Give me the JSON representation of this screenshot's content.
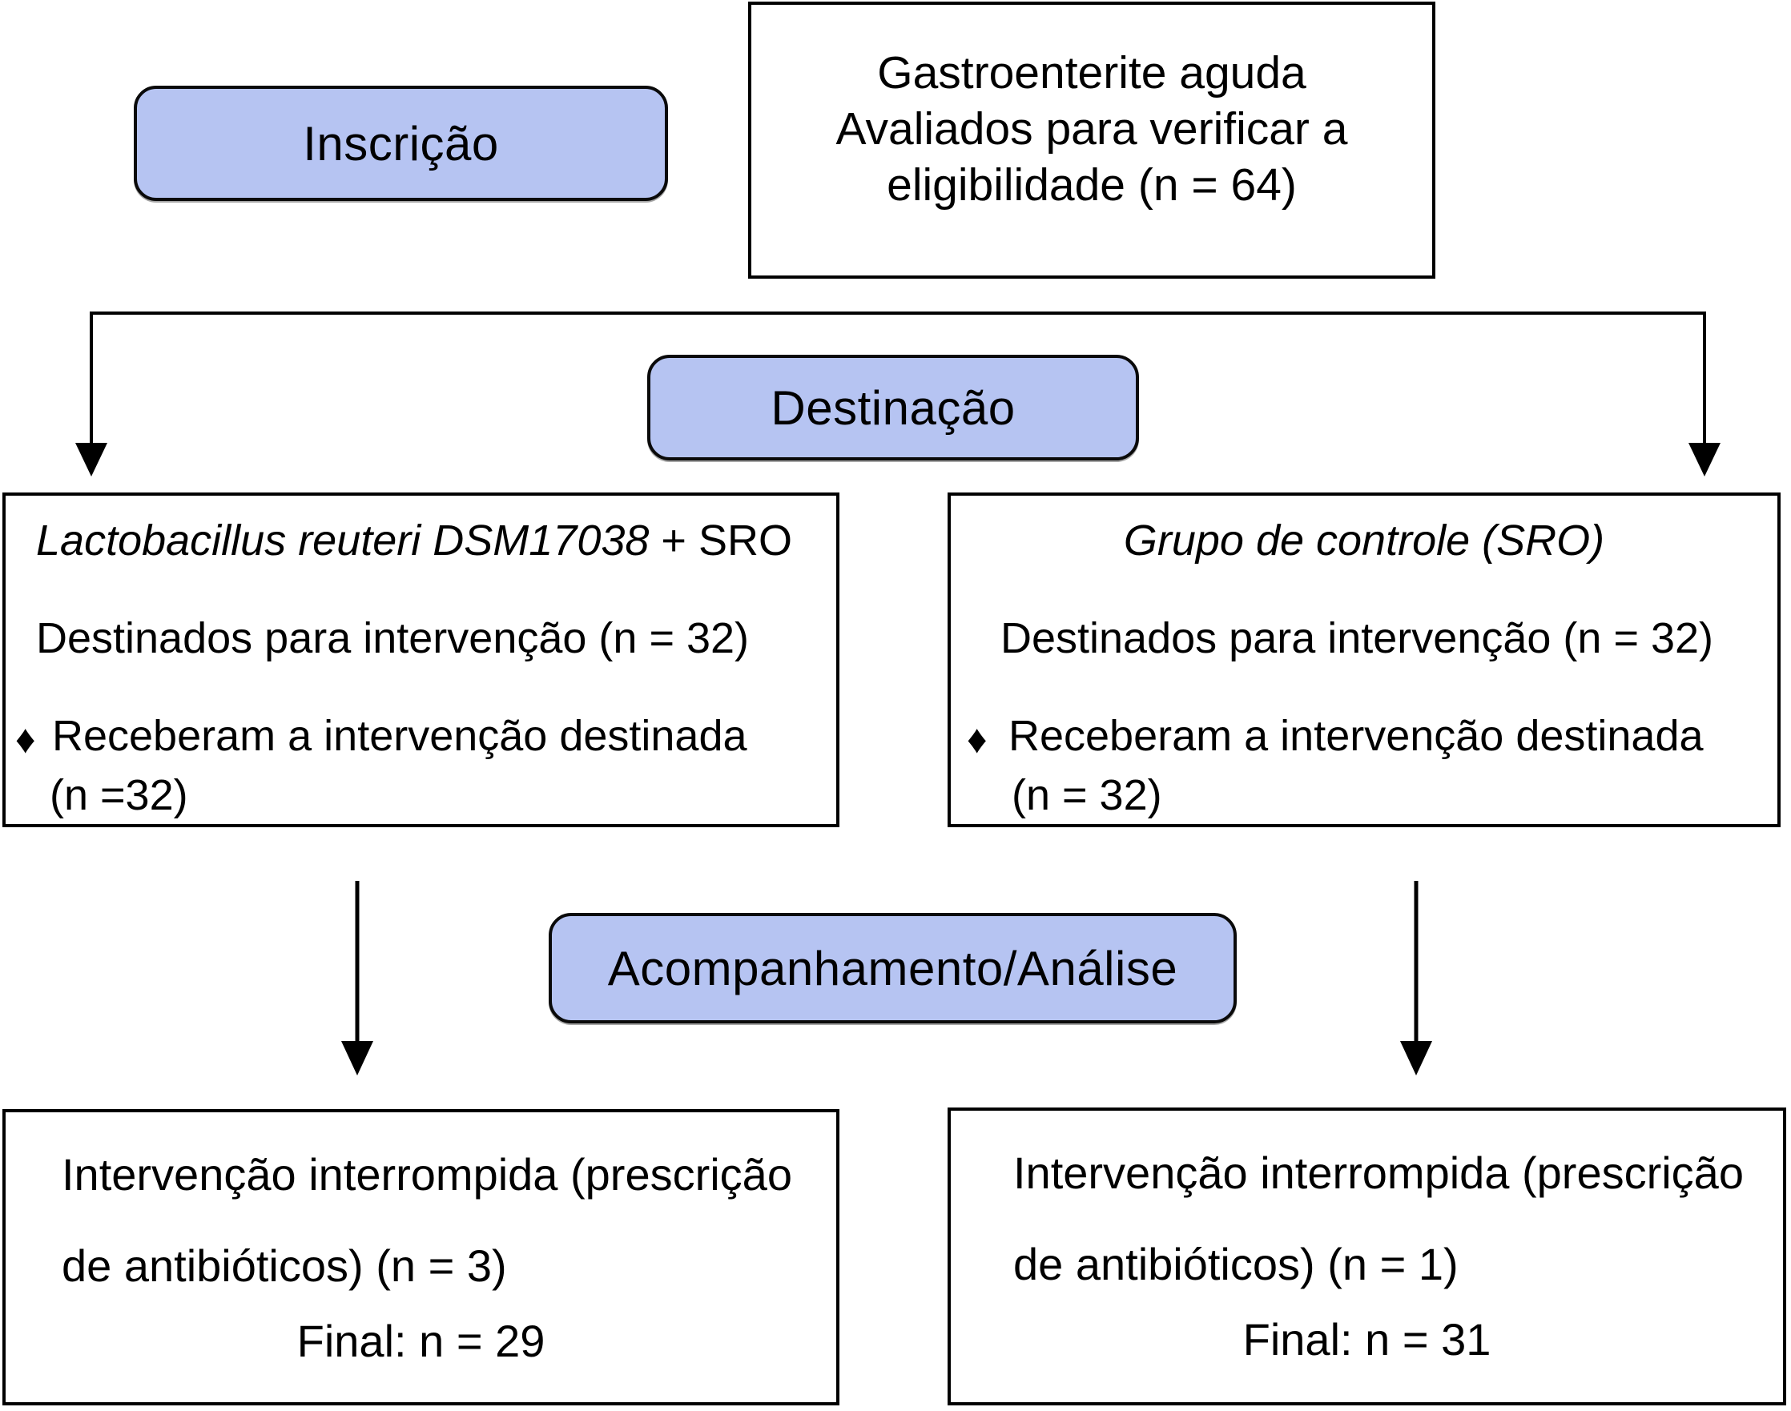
{
  "colors": {
    "pill_fill": "#b6c4f2",
    "border": "#000000",
    "background": "#ffffff"
  },
  "stages": {
    "enrollment_label": "Inscrição",
    "allocation_label": "Destinação",
    "followup_label": "Acompanhamento/Análise"
  },
  "eligibility_box": {
    "line1": "Gastroenterite aguda",
    "line2": "Avaliados para verificar a",
    "line3": "eligibilidade (n = 64)"
  },
  "left_group_box": {
    "title_italic": "Lactobacillus reuteri DSM17038",
    "title_suffix": " + SRO",
    "allocated_line": "Destinados para intervenção (n = 32)",
    "bullet": "♦",
    "received_line": "Receberam a intervenção destinada",
    "received_n": "(n =32)"
  },
  "right_group_box": {
    "title_italic": "Grupo de controle (SRO)",
    "allocated_line": "Destinados para intervenção (n = 32)",
    "bullet": "♦",
    "received_line": "Receberam a intervenção destinada",
    "received_n": "(n = 32)"
  },
  "left_outcome_box": {
    "line1": "Intervenção interrompida (prescrição",
    "line2": "de antibióticos) (n = 3)",
    "final_line": "Final: n = 29"
  },
  "right_outcome_box": {
    "line1": "Intervenção interrompida (prescrição",
    "line2": "de antibióticos) (n = 1)",
    "final_line": "Final: n = 31"
  }
}
